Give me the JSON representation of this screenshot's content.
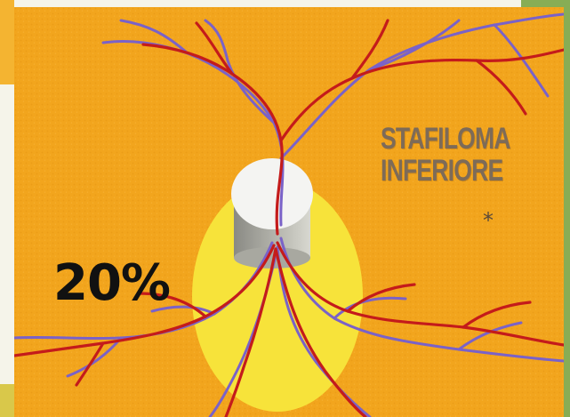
{
  "slide": {
    "title_line1": "STAFILOMA",
    "title_line2": "INFERIORE",
    "marker": "*",
    "percentage": "20%"
  },
  "colors": {
    "background": "#f2a51d",
    "staphyloma": "#f7e33a",
    "optic_disc": "#f2f2f0",
    "artery": "#c41b1b",
    "vein": "#7a62c8",
    "frame": "#87ad55"
  }
}
